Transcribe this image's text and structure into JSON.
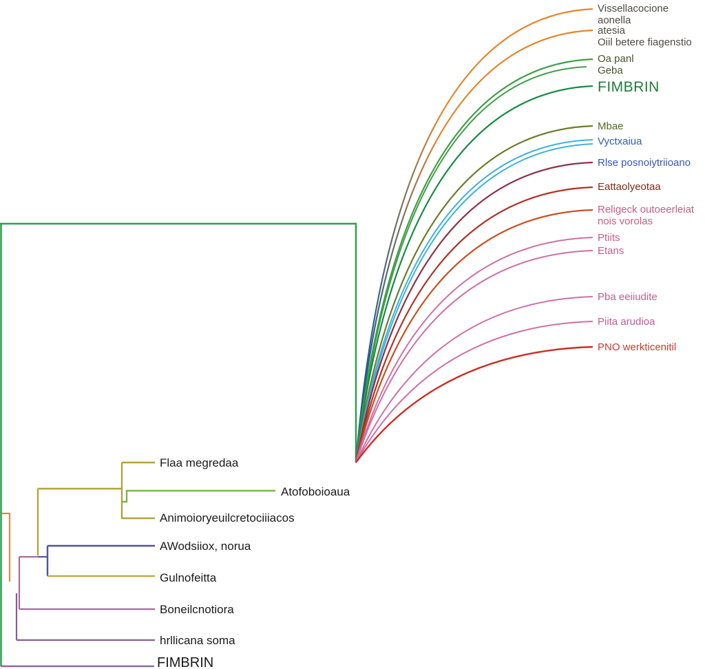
{
  "figure": {
    "type": "phylogenetic-tree-figure",
    "background": "#ffffff"
  },
  "fan": {
    "curve_base_color": "#1f5e8e",
    "labels": [
      {
        "lines": [
          "Vissellacocione",
          "aonella"
        ],
        "text_color": "#4e4a40",
        "line_color": "#e2862c"
      },
      {
        "lines": [
          "atesia",
          "Oiil betere fiagenstio"
        ],
        "text_color": "#4e4a40",
        "line_color": "#e08030"
      },
      {
        "lines": [
          "Oa panl",
          "Geba"
        ],
        "text_color": "#46542a",
        "line_color": "#3f9e46"
      },
      {
        "lines": [
          "FIMBRIN"
        ],
        "text_color": "#1f7c3a",
        "line_color": "#168a45"
      },
      {
        "lines": [
          "Mbae"
        ],
        "text_color": "#4e6b1f",
        "line_color": "#6b7c2a"
      },
      {
        "lines": [
          "Vyctxaiua"
        ],
        "text_color": "#3558b8",
        "line_color": "#3fb0dc"
      },
      {
        "lines": [
          "Rlse posnoiytriioano"
        ],
        "text_color": "#3558b8",
        "line_color": "#8e2f47"
      },
      {
        "lines": [
          "Eattaolyeotaa"
        ],
        "text_color": "#7e2a1a",
        "line_color": "#b03224"
      },
      {
        "lines": [
          "Religeck outoeerleiat",
          "nois vorolas"
        ],
        "text_color": "#c75c82",
        "line_color": "#c94f20"
      },
      {
        "lines": [
          "Ptiits"
        ],
        "text_color": "#c45c8e",
        "line_color": "#d06fa6"
      },
      {
        "lines": [
          "Etans"
        ],
        "text_color": "#c45c8e",
        "line_color": "#d06fa6"
      },
      {
        "lines": [
          "Pba eeiiudite"
        ],
        "text_color": "#c45c8e",
        "line_color": "#d06fa6"
      },
      {
        "lines": [
          "Piita arudioa"
        ],
        "text_color": "#c45c8e",
        "line_color": "#d06fa6"
      },
      {
        "lines": [
          "PNO werkticenitil"
        ],
        "text_color": "#cc3a30",
        "line_color": "#cf2b20"
      }
    ]
  },
  "tree": {
    "text_color": "#1a1a1a",
    "trunk_color": "#2e9e4e",
    "orange_branch_color": "#d98a4a",
    "labels": [
      {
        "text": "Flaa megredaa",
        "line_color": "#b3a23c"
      },
      {
        "text": "Atofoboioaua",
        "line_color": "#7ab648"
      },
      {
        "text": "Animoioryeuilcretociiiacos",
        "line_color": "#b3a23c"
      },
      {
        "text": "AWodsiiox, norua",
        "line_color": "#52519e"
      },
      {
        "text": "Gulnofeitta",
        "line_color": "#c2a93f"
      },
      {
        "text": "Boneilcnotiora",
        "line_color": "#a8699c"
      },
      {
        "text": "hrllicana soma",
        "line_color": "#8a5a96"
      },
      {
        "text": "FIMBRIN",
        "line_color": "#8a6a9a"
      }
    ]
  }
}
